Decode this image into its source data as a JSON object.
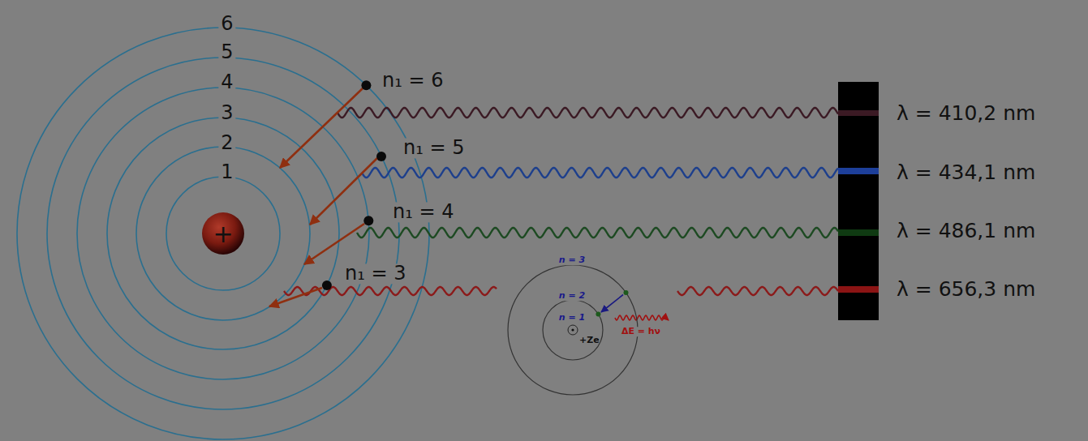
{
  "diagram": {
    "labels": [
      "6",
      "5",
      "4",
      "3",
      "2",
      "1",
      "+",
      "n₁ = 6",
      "n₁ = 5",
      "n₁ = 4",
      "n₁ = 3",
      "λ = 410,2 nm",
      "λ = 434,1 nm",
      "λ = 486,1 nm",
      "λ = 656,3 nm",
      "n = 3",
      "n = 2",
      "n = 1",
      "+Ze",
      "ΔE = hν"
    ]
  }
}
